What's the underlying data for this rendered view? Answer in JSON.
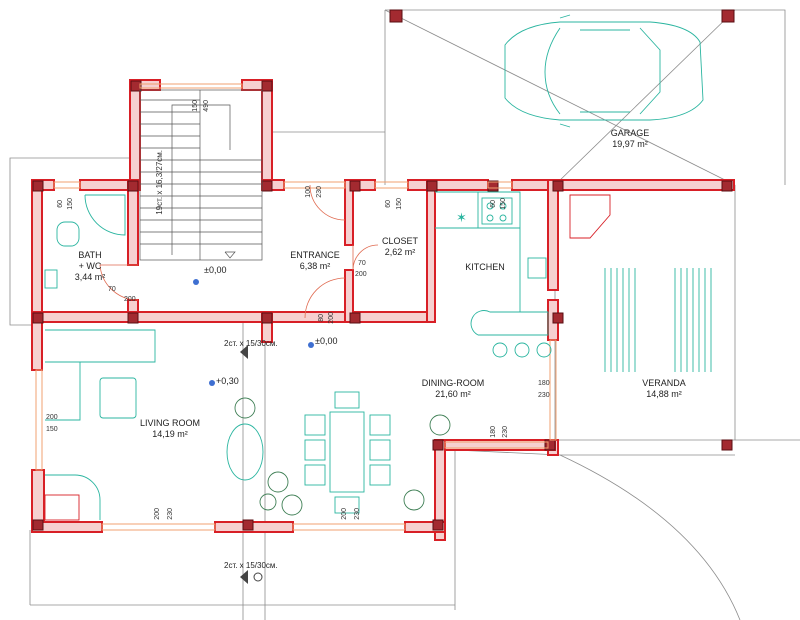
{
  "colors": {
    "wall_fill": "#f4c7c7",
    "wall_stroke": "#d81f26",
    "column": "#8a1d22",
    "window": "#f0a070",
    "furniture": "#2bb5a0",
    "plants": "#3f7f55",
    "lines": "#888888"
  },
  "rooms": {
    "garage": {
      "name": "GARAGE",
      "area": "19,97 m²"
    },
    "bath": {
      "name": "BATH",
      "name2": "+ WC",
      "area": "3,44 m²"
    },
    "entrance": {
      "name": "ENTRANCE",
      "area": "6,38 m²"
    },
    "closet": {
      "name": "CLOSET",
      "area": "2,62 m²"
    },
    "kitchen": {
      "name": "KITCHEN"
    },
    "dining": {
      "name": "DINING-ROOM",
      "area": "21,60 m²"
    },
    "veranda": {
      "name": "VERANDA",
      "area": "14,88 m²"
    },
    "living": {
      "name": "LIVING ROOM",
      "area": "14,19 m²"
    }
  },
  "levels": {
    "stair_level": "±0,00",
    "entrance_level": "±0,00",
    "living_level": "+0,30"
  },
  "stairs": {
    "main_note": "19ст. x 16,3/27см.",
    "step_note_top": "2ст. x 15/30см.",
    "step_note_bottom": "2ст. x 15/30см."
  },
  "dimensions": {
    "stair_top_150": "150",
    "stair_top_490": "490",
    "bath_60": "60",
    "bath_150": "150",
    "bath_door_70": "70",
    "bath_door_200": "200",
    "entrance_100": "100",
    "entrance_230": "230",
    "closet_60": "60",
    "closet_150": "150",
    "closet_door_70": "70",
    "closet_door_200": "200",
    "kitchen_60": "60",
    "kitchen_150": "150",
    "entrance_door_80": "80",
    "entrance_door_200": "200",
    "living_win_200": "200",
    "living_win_150": "150",
    "veranda_180": "180",
    "veranda_230": "230",
    "dining_180": "180",
    "dining_230": "230",
    "bottom1_200": "200",
    "bottom1_230": "230",
    "bottom2_200": "200",
    "bottom2_230": "230"
  }
}
